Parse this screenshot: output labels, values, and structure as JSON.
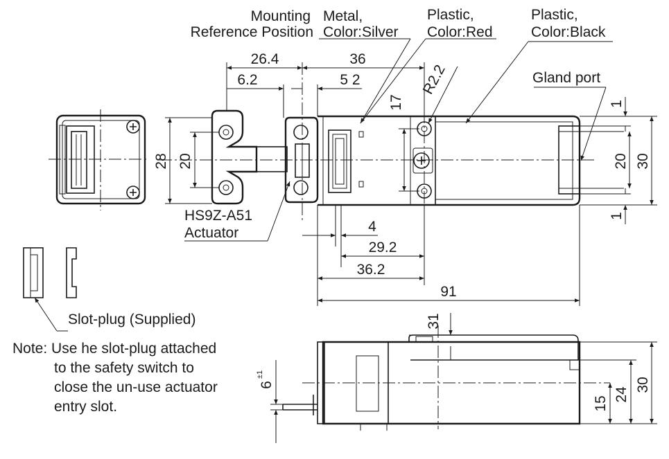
{
  "labels": {
    "mounting_ref_1": "Mounting",
    "mounting_ref_2": "Reference Position",
    "metal_1": "Metal,",
    "metal_2": "Color:Silver",
    "plastic_red_1": "Plastic,",
    "plastic_red_2": "Color:Red",
    "plastic_black_1": "Plastic,",
    "plastic_black_2": "Color:Black",
    "gland_port": "Gland port",
    "actuator_1": "HS9Z-A51",
    "actuator_2": "Actuator",
    "slot_plug": "Slot-plug (Supplied)"
  },
  "note": {
    "line_1": "Note: Use  he slot-plug attached",
    "line_2": "to the safety switch to",
    "line_3": "close the un-use actuator",
    "line_4": "entry slot."
  },
  "dimensions": {
    "d_26_4": "26.4",
    "d_36": "36",
    "d_6_2": "6.2",
    "d_52": "5 2",
    "d_17": "17",
    "d_r22": "R2.2",
    "d_28": "28",
    "d_20_left": "20",
    "d_1_top": "1",
    "d_20_right": "20",
    "d_30_top": "30",
    "d_1_bottom": "1",
    "d_4": "4",
    "d_29_2": "29.2",
    "d_36_2": "36.2",
    "d_91": "91",
    "d_31": "31",
    "d_6_base": "6",
    "d_6_tol": "±1",
    "d_15": "15",
    "d_24": "24",
    "d_30_bottom": "30"
  }
}
